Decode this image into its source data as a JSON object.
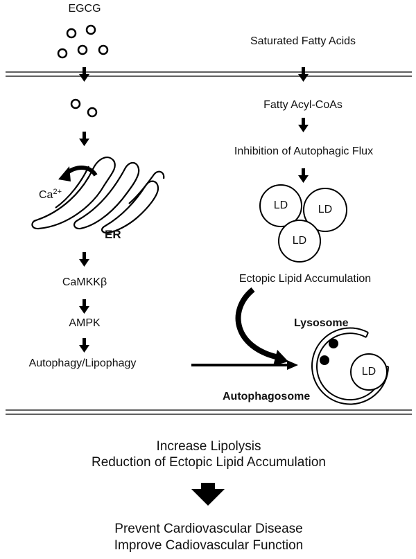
{
  "left_pathway": {
    "top_label": "EGCG",
    "ca_label": "Ca",
    "ca_charge": "2+",
    "er_label": "ER",
    "steps": [
      "CaMKKβ",
      "AMPK",
      "Autophagy/Lipophagy"
    ]
  },
  "right_pathway": {
    "top_label": "Saturated Fatty Acids",
    "steps": [
      "Fatty Acyl-CoAs",
      "Inhibition of Autophagic Flux"
    ],
    "droplet_label": "LD",
    "accumulation_label": "Ectopic Lipid Accumulation",
    "lysosome_label": "Lysosome",
    "autophagosome_label": "Autophagosome",
    "inner_droplet_label": "LD"
  },
  "outcome": {
    "line1": "Increase Lipolysis",
    "line2": "Reduction of Ectopic Lipid Accumulation",
    "line3": "Prevent Cardiovascular Disease",
    "line4": "Improve Cadiovascular Function"
  }
}
